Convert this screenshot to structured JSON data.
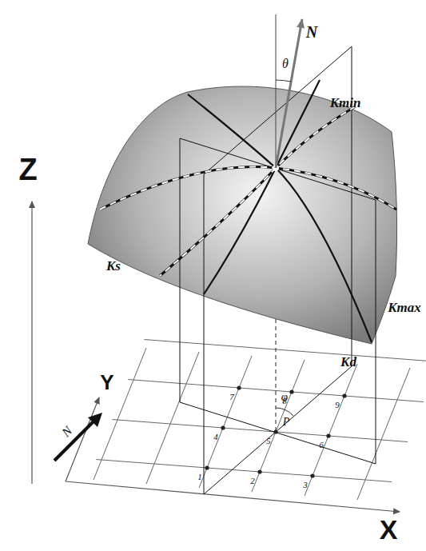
{
  "diagram": {
    "labels": [
      "Z",
      "N",
      "θ",
      "Kmin",
      "Ks",
      "Kmax",
      "Kd",
      "Y",
      "φ",
      "P",
      "7",
      "8",
      "9",
      "4",
      "5",
      "6",
      "1",
      "2",
      "3",
      "X",
      "N"
    ]
  }
}
